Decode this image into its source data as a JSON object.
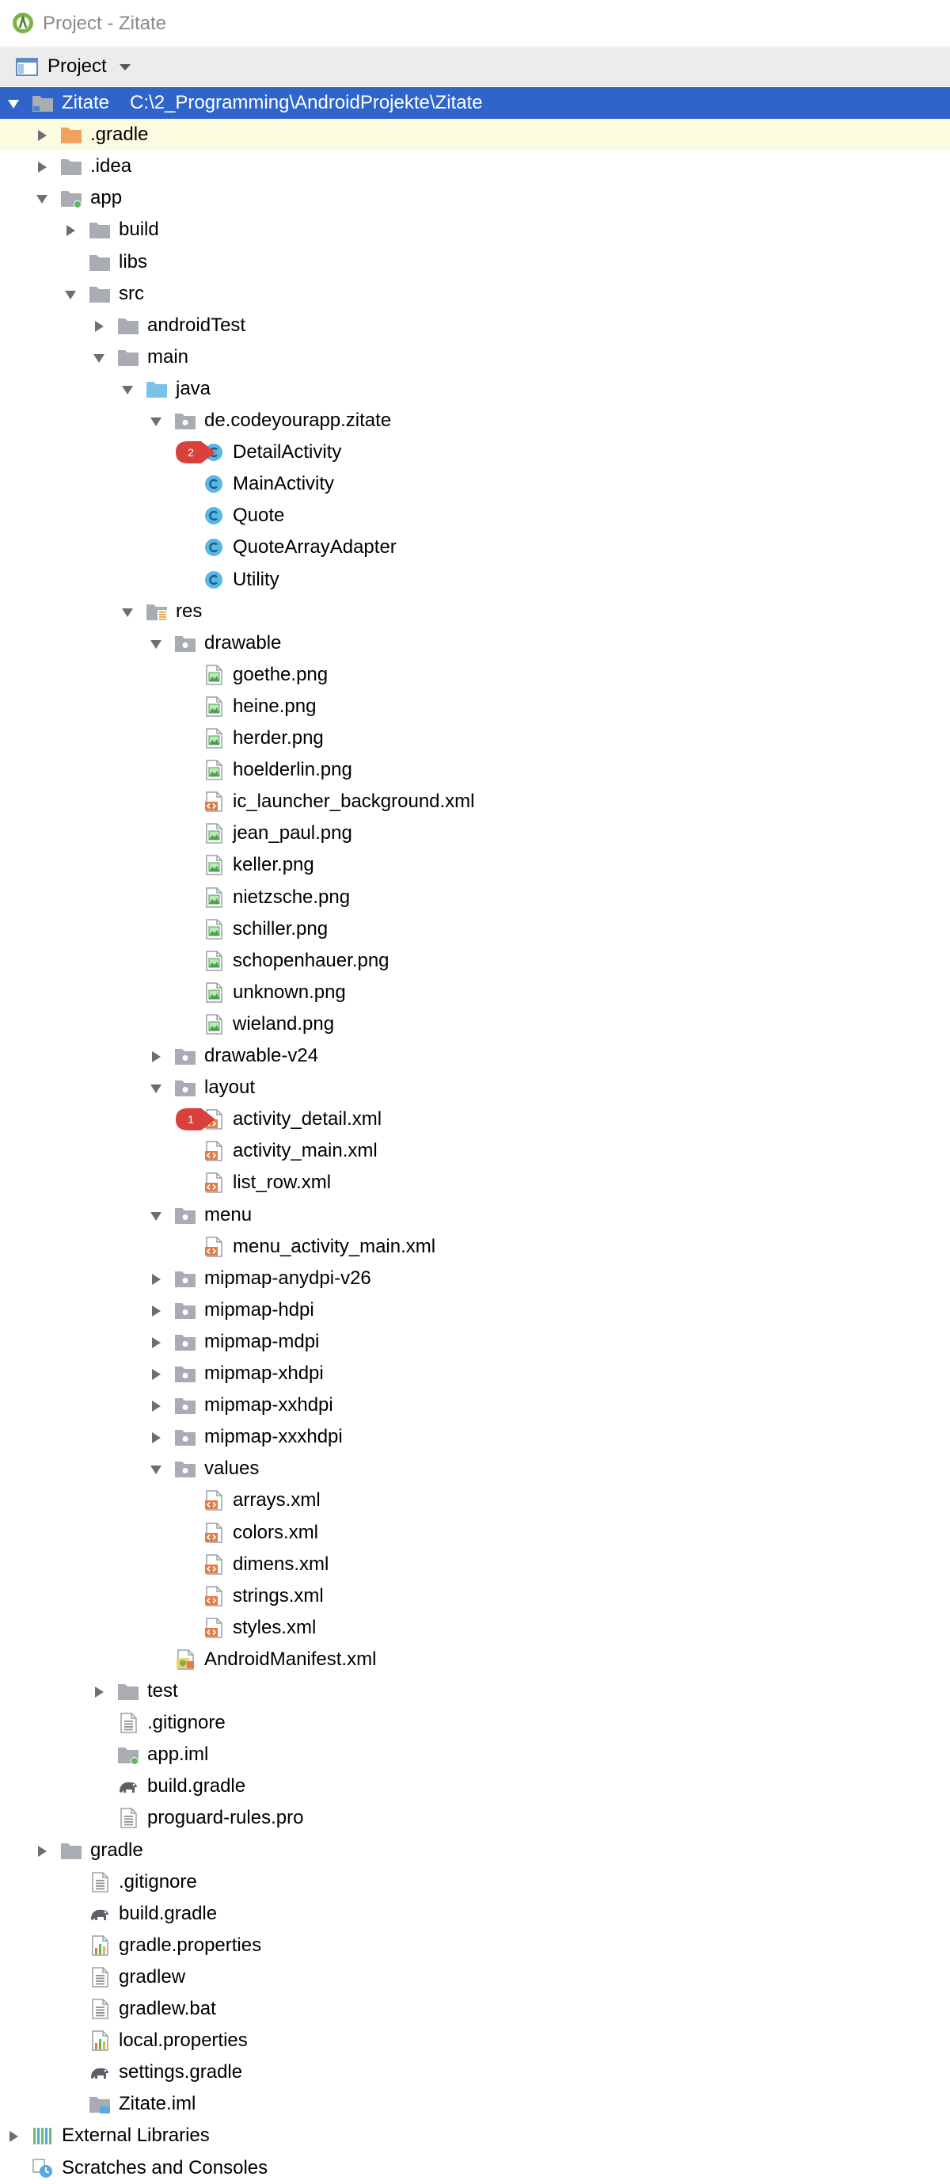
{
  "window": {
    "title": "Project - Zitate"
  },
  "toolbar": {
    "view_label": "Project"
  },
  "tree": [
    {
      "label": "Zitate",
      "path": "C:\\2_Programming\\AndroidProjekte\\Zitate",
      "depth": 0,
      "arrow": "down",
      "icon": "module-folder",
      "selected": true
    },
    {
      "label": ".gradle",
      "depth": 1,
      "arrow": "right",
      "icon": "folder-orange",
      "ignored": true
    },
    {
      "label": ".idea",
      "depth": 1,
      "arrow": "right",
      "icon": "folder"
    },
    {
      "label": "app",
      "depth": 1,
      "arrow": "down",
      "icon": "module-folder-app"
    },
    {
      "label": "build",
      "depth": 2,
      "arrow": "right",
      "icon": "folder"
    },
    {
      "label": "libs",
      "depth": 2,
      "arrow": "none",
      "icon": "folder"
    },
    {
      "label": "src",
      "depth": 2,
      "arrow": "down",
      "icon": "folder"
    },
    {
      "label": "androidTest",
      "depth": 3,
      "arrow": "right",
      "icon": "folder"
    },
    {
      "label": "main",
      "depth": 3,
      "arrow": "down",
      "icon": "folder"
    },
    {
      "label": "java",
      "depth": 4,
      "arrow": "down",
      "icon": "folder-source"
    },
    {
      "label": "de.codeyourapp.zitate",
      "depth": 5,
      "arrow": "down",
      "icon": "package"
    },
    {
      "label": "DetailActivity",
      "depth": 6,
      "arrow": "none",
      "icon": "class",
      "badge": "2"
    },
    {
      "label": "MainActivity",
      "depth": 6,
      "arrow": "none",
      "icon": "class"
    },
    {
      "label": "Quote",
      "depth": 6,
      "arrow": "none",
      "icon": "class"
    },
    {
      "label": "QuoteArrayAdapter",
      "depth": 6,
      "arrow": "none",
      "icon": "class"
    },
    {
      "label": "Utility",
      "depth": 6,
      "arrow": "none",
      "icon": "class"
    },
    {
      "label": "res",
      "depth": 4,
      "arrow": "down",
      "icon": "folder-res"
    },
    {
      "label": "drawable",
      "depth": 5,
      "arrow": "down",
      "icon": "package"
    },
    {
      "label": "goethe.png",
      "depth": 6,
      "arrow": "none",
      "icon": "image-file"
    },
    {
      "label": "heine.png",
      "depth": 6,
      "arrow": "none",
      "icon": "image-file"
    },
    {
      "label": "herder.png",
      "depth": 6,
      "arrow": "none",
      "icon": "image-file"
    },
    {
      "label": "hoelderlin.png",
      "depth": 6,
      "arrow": "none",
      "icon": "image-file"
    },
    {
      "label": "ic_launcher_background.xml",
      "depth": 6,
      "arrow": "none",
      "icon": "xml-file"
    },
    {
      "label": "jean_paul.png",
      "depth": 6,
      "arrow": "none",
      "icon": "image-file"
    },
    {
      "label": "keller.png",
      "depth": 6,
      "arrow": "none",
      "icon": "image-file"
    },
    {
      "label": "nietzsche.png",
      "depth": 6,
      "arrow": "none",
      "icon": "image-file"
    },
    {
      "label": "schiller.png",
      "depth": 6,
      "arrow": "none",
      "icon": "image-file"
    },
    {
      "label": "schopenhauer.png",
      "depth": 6,
      "arrow": "none",
      "icon": "image-file"
    },
    {
      "label": "unknown.png",
      "depth": 6,
      "arrow": "none",
      "icon": "image-file"
    },
    {
      "label": "wieland.png",
      "depth": 6,
      "arrow": "none",
      "icon": "image-file"
    },
    {
      "label": "drawable-v24",
      "depth": 5,
      "arrow": "right",
      "icon": "package"
    },
    {
      "label": "layout",
      "depth": 5,
      "arrow": "down",
      "icon": "package"
    },
    {
      "label": "activity_detail.xml",
      "depth": 6,
      "arrow": "none",
      "icon": "xml-file",
      "badge": "1"
    },
    {
      "label": "activity_main.xml",
      "depth": 6,
      "arrow": "none",
      "icon": "xml-file"
    },
    {
      "label": "list_row.xml",
      "depth": 6,
      "arrow": "none",
      "icon": "xml-file"
    },
    {
      "label": "menu",
      "depth": 5,
      "arrow": "down",
      "icon": "package"
    },
    {
      "label": "menu_activity_main.xml",
      "depth": 6,
      "arrow": "none",
      "icon": "xml-file"
    },
    {
      "label": "mipmap-anydpi-v26",
      "depth": 5,
      "arrow": "right",
      "icon": "package"
    },
    {
      "label": "mipmap-hdpi",
      "depth": 5,
      "arrow": "right",
      "icon": "package"
    },
    {
      "label": "mipmap-mdpi",
      "depth": 5,
      "arrow": "right",
      "icon": "package"
    },
    {
      "label": "mipmap-xhdpi",
      "depth": 5,
      "arrow": "right",
      "icon": "package"
    },
    {
      "label": "mipmap-xxhdpi",
      "depth": 5,
      "arrow": "right",
      "icon": "package"
    },
    {
      "label": "mipmap-xxxhdpi",
      "depth": 5,
      "arrow": "right",
      "icon": "package"
    },
    {
      "label": "values",
      "depth": 5,
      "arrow": "down",
      "icon": "package"
    },
    {
      "label": "arrays.xml",
      "depth": 6,
      "arrow": "none",
      "icon": "xml-file"
    },
    {
      "label": "colors.xml",
      "depth": 6,
      "arrow": "none",
      "icon": "xml-file"
    },
    {
      "label": "dimens.xml",
      "depth": 6,
      "arrow": "none",
      "icon": "xml-file"
    },
    {
      "label": "strings.xml",
      "depth": 6,
      "arrow": "none",
      "icon": "xml-file"
    },
    {
      "label": "styles.xml",
      "depth": 6,
      "arrow": "none",
      "icon": "xml-file"
    },
    {
      "label": "AndroidManifest.xml",
      "depth": 5,
      "arrow": "none",
      "icon": "manifest-file"
    },
    {
      "label": "test",
      "depth": 3,
      "arrow": "right",
      "icon": "folder"
    },
    {
      "label": ".gitignore",
      "depth": 3,
      "arrow": "none",
      "icon": "text-file"
    },
    {
      "label": "app.iml",
      "depth": 3,
      "arrow": "none",
      "icon": "iml-file"
    },
    {
      "label": "build.gradle",
      "depth": 3,
      "arrow": "none",
      "icon": "gradle-file"
    },
    {
      "label": "proguard-rules.pro",
      "depth": 3,
      "arrow": "none",
      "icon": "text-file"
    },
    {
      "label": "gradle",
      "depth": 1,
      "arrow": "right",
      "icon": "folder"
    },
    {
      "label": ".gitignore",
      "depth": 2,
      "arrow": "none",
      "icon": "text-file"
    },
    {
      "label": "build.gradle",
      "depth": 2,
      "arrow": "none",
      "icon": "gradle-file"
    },
    {
      "label": "gradle.properties",
      "depth": 2,
      "arrow": "none",
      "icon": "properties-file"
    },
    {
      "label": "gradlew",
      "depth": 2,
      "arrow": "none",
      "icon": "text-file"
    },
    {
      "label": "gradlew.bat",
      "depth": 2,
      "arrow": "none",
      "icon": "text-file"
    },
    {
      "label": "local.properties",
      "depth": 2,
      "arrow": "none",
      "icon": "properties-file"
    },
    {
      "label": "settings.gradle",
      "depth": 2,
      "arrow": "none",
      "icon": "gradle-file"
    },
    {
      "label": "Zitate.iml",
      "depth": 2,
      "arrow": "none",
      "icon": "iml-file-blue"
    },
    {
      "label": "External Libraries",
      "depth": 0,
      "arrow": "right",
      "icon": "libraries"
    },
    {
      "label": "Scratches and Consoles",
      "depth": 0,
      "arrow": "none",
      "icon": "scratches"
    }
  ],
  "colors": {
    "selection": "#2f65ca",
    "ignored_highlight": "#fbfbe0",
    "folder": "#a9adb3",
    "folder_orange": "#f2a25f",
    "folder_source": "#79c3e8",
    "class_icon": "#58b8e4",
    "xml_icon": "#e57c47",
    "badge": "#d9413c"
  }
}
